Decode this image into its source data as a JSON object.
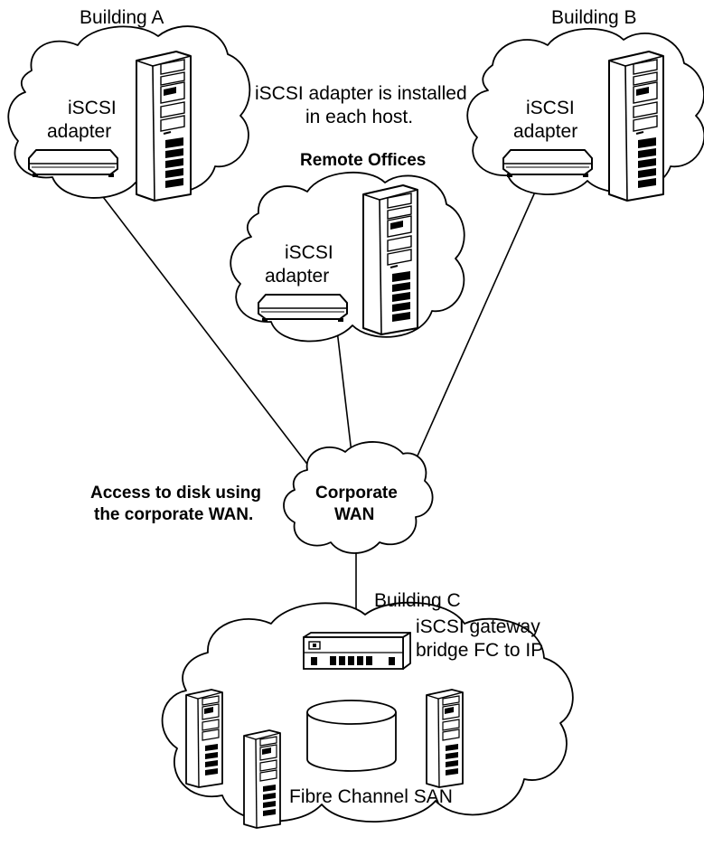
{
  "buildings": {
    "a": {
      "title": "Building A",
      "adapter_line1": "iSCSI",
      "adapter_line2": "adapter"
    },
    "b": {
      "title": "Building B",
      "adapter_line1": "iSCSI",
      "adapter_line2": "adapter"
    },
    "c": {
      "title": "Building C"
    }
  },
  "notes": {
    "installed_line1": "iSCSI adapter is installed",
    "installed_line2": "in each host.",
    "access_line1": "Access to disk using",
    "access_line2": "the corporate WAN."
  },
  "remote": {
    "title": "Remote Offices",
    "adapter_line1": "iSCSI",
    "adapter_line2": "adapter"
  },
  "wan": {
    "line1": "Corporate",
    "line2": "WAN"
  },
  "gateway": {
    "line1": "iSCSI gateway",
    "line2": "bridge FC to IP"
  },
  "san": {
    "label": "Fibre Channel SAN"
  },
  "icons": [
    "cloud-icon",
    "server-tower-icon",
    "iscsi-adapter-icon",
    "gateway-switch-icon",
    "disk-storage-icon"
  ],
  "colors": {
    "line": "#000000",
    "fill": "#ffffff",
    "background": "#ffffff"
  }
}
